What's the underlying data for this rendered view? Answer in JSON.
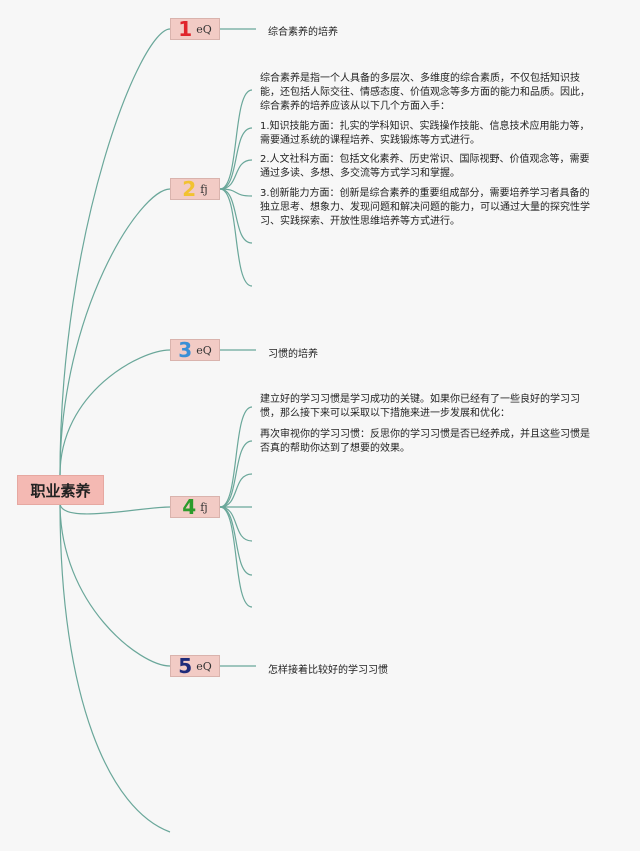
{
  "root": {
    "label": "职业素养"
  },
  "branches": [
    {
      "num": "1",
      "num_color": "#e0242b",
      "tag": "eQ",
      "label": "综合素养的培养"
    },
    {
      "num": "2",
      "num_color": "#f2c230",
      "tag": "fj",
      "paragraphs": [
        "综合素养是指一个人具备的多层次、多维度的综合素质，不仅包括知识技能，还包括人际交往、情感态度、价值观念等多方面的能力和品质。因此，综合素养的培养应该从以下几个方面入手：",
        "1.知识技能方面：扎实的学科知识、实践操作技能、信息技术应用能力等，需要通过系统的课程培养、实践锻炼等方式进行。",
        "2.人文社科方面：包括文化素养、历史常识、国际视野、价值观念等，需要通过多读、多想、多交流等方式学习和掌握。",
        "3.创新能力方面：创新是综合素养的重要组成部分，需要培养学习者具备的独立思考、想象力、发现问题和解决问题的能力，可以通过大量的探究性学习、实践探索、开放性思维培养等方式进行。"
      ]
    },
    {
      "num": "3",
      "num_color": "#3a8fd6",
      "tag": "eQ",
      "label": "习惯的培养"
    },
    {
      "num": "4",
      "num_color": "#2c9b2c",
      "tag": "fj",
      "paragraphs": [
        "建立好的学习习惯是学习成功的关键。如果你已经有了一些良好的学习习惯，那么接下来可以采取以下措施来进一步发展和优化：",
        "再次审视你的学习习惯：反思你的学习习惯是否已经养成，并且这些习惯是否真的帮助你达到了想要的效果。"
      ]
    },
    {
      "num": "5",
      "num_color": "#1e2b7a",
      "tag": "eQ",
      "label": "怎样接着比较好的学习习惯"
    }
  ]
}
